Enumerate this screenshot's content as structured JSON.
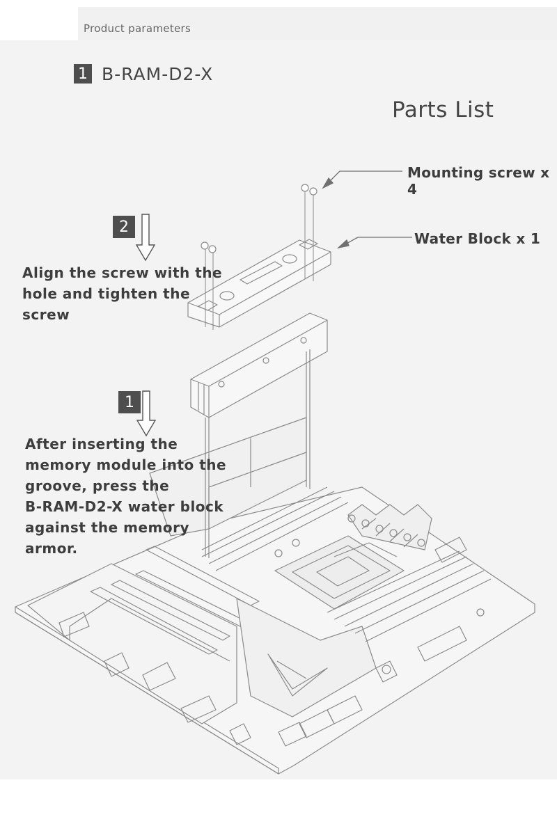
{
  "header": {
    "title": "Product parameters"
  },
  "product": {
    "step_number": "1",
    "model": "B-RAM-D2-X"
  },
  "parts_list": {
    "title": "Parts List",
    "items": [
      {
        "label": "Mounting screw x 4"
      },
      {
        "label": "Water Block x 1"
      }
    ]
  },
  "steps": [
    {
      "number": "1",
      "lines": [
        "After inserting the",
        "memory module into the",
        "groove, press the",
        "B-RAM-D2-X water block",
        "against the memory",
        "armor."
      ]
    },
    {
      "number": "2",
      "lines": [
        "Align the screw with the",
        "hole and tighten the",
        "screw"
      ]
    }
  ],
  "illustration": {
    "subject": "motherboard-with-ram-water-block"
  }
}
